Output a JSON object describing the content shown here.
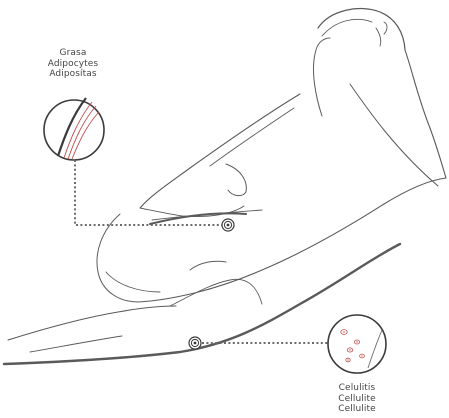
{
  "callouts": {
    "fat": {
      "lines": [
        "Grasa",
        "Adipocytes",
        "Adiposítas"
      ],
      "marker_icon": "concentric-circles-icon",
      "detail_icon": "magnified-fat-layer-icon"
    },
    "cellulite": {
      "lines": [
        "Celulitis",
        "Cellulite",
        "Cellulite"
      ],
      "marker_icon": "concentric-circles-icon",
      "detail_icon": "magnified-cellulite-icon"
    }
  },
  "colors": {
    "outline": "#5a5a5a",
    "leader": "#6b6b6b",
    "accent": "#c0504d"
  }
}
